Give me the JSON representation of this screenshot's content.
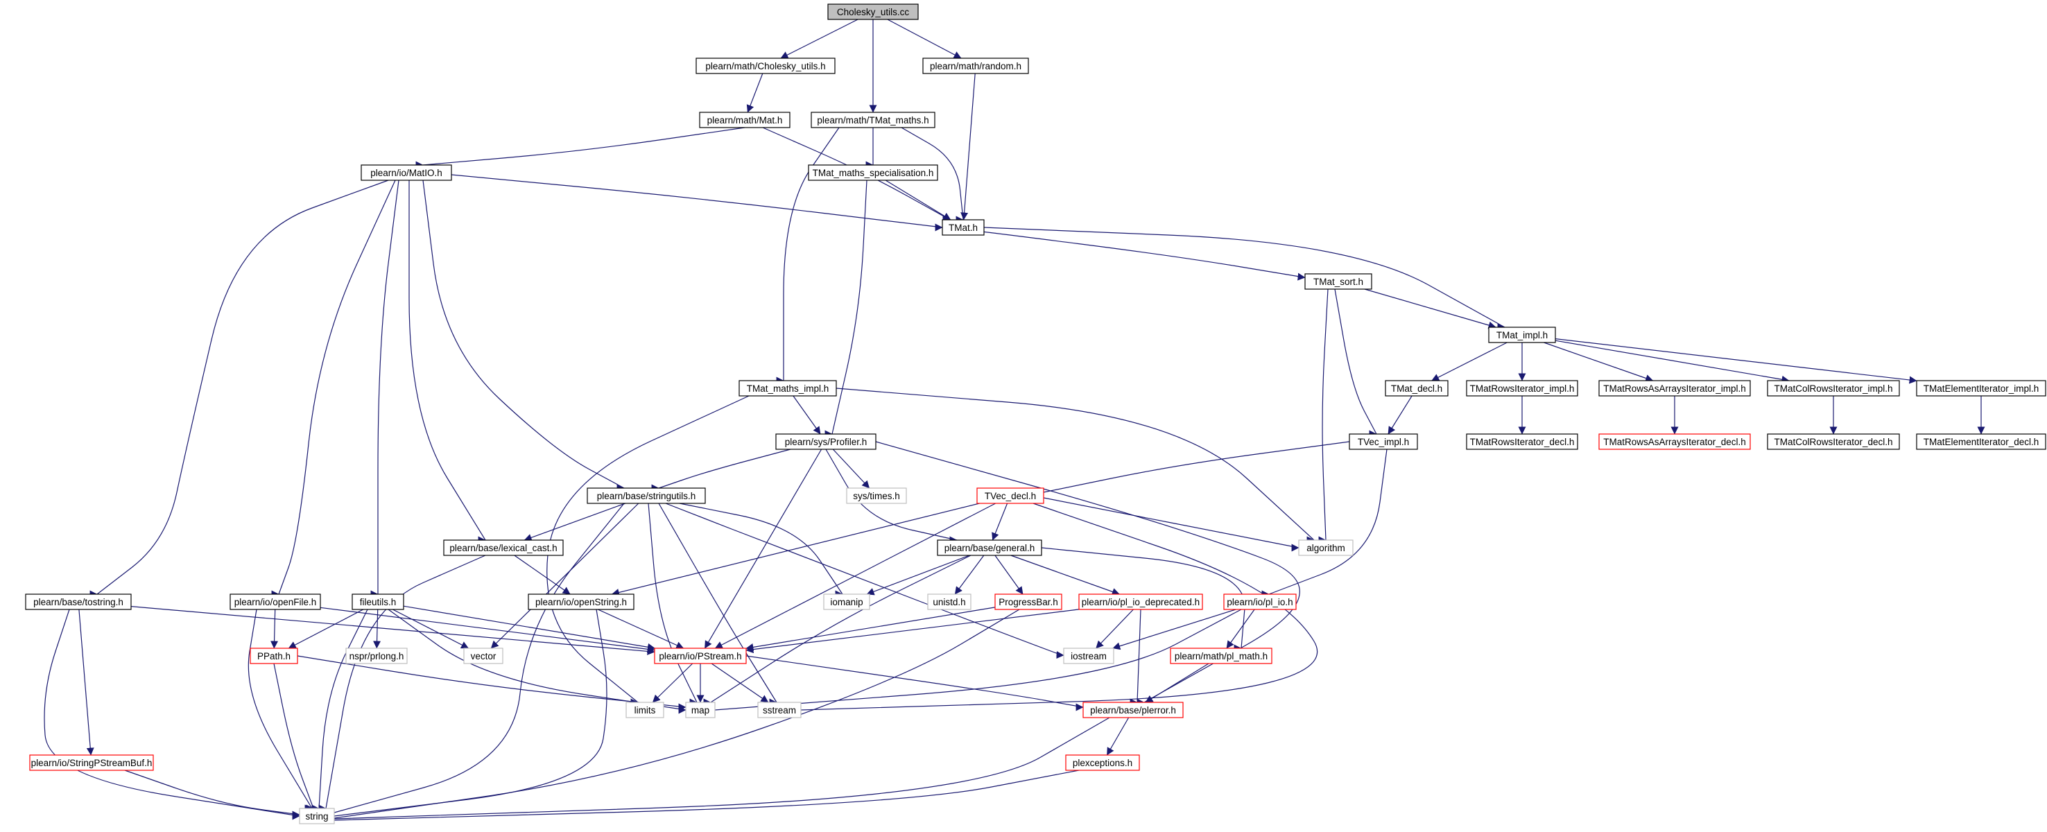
{
  "colors": {
    "edge": "#191970",
    "root_fill": "#bfbfbf",
    "normal_border": "#000000",
    "truncated_border": "#ff0000",
    "system_border": "#bfbfbf",
    "background": "#ffffff"
  },
  "nodes": [
    {
      "id": "root",
      "label": "Cholesky_utils.cc",
      "kind": "root"
    },
    {
      "id": "cholh",
      "label": "plearn/math/Cholesky_utils.h",
      "kind": "normal"
    },
    {
      "id": "random",
      "label": "plearn/math/random.h",
      "kind": "normal"
    },
    {
      "id": "math",
      "label": "plearn/math/Mat.h",
      "kind": "normal"
    },
    {
      "id": "tmaths",
      "label": "plearn/math/TMat_maths.h",
      "kind": "normal"
    },
    {
      "id": "matio",
      "label": "plearn/io/MatIO.h",
      "kind": "normal"
    },
    {
      "id": "tspec",
      "label": "TMat_maths_specialisation.h",
      "kind": "normal"
    },
    {
      "id": "tmat",
      "label": "TMat.h",
      "kind": "normal"
    },
    {
      "id": "tsort",
      "label": "TMat_sort.h",
      "kind": "normal"
    },
    {
      "id": "timpl",
      "label": "TMat_impl.h",
      "kind": "normal"
    },
    {
      "id": "tdecl",
      "label": "TMat_decl.h",
      "kind": "normal"
    },
    {
      "id": "trii",
      "label": "TMatRowsIterator_impl.h",
      "kind": "normal"
    },
    {
      "id": "traii",
      "label": "TMatRowsAsArraysIterator_impl.h",
      "kind": "normal"
    },
    {
      "id": "tcii",
      "label": "TMatColRowsIterator_impl.h",
      "kind": "normal"
    },
    {
      "id": "teii",
      "label": "TMatElementIterator_impl.h",
      "kind": "normal"
    },
    {
      "id": "tmimpl",
      "label": "TMat_maths_impl.h",
      "kind": "normal"
    },
    {
      "id": "tvimpl",
      "label": "TVec_impl.h",
      "kind": "normal"
    },
    {
      "id": "trid",
      "label": "TMatRowsIterator_decl.h",
      "kind": "normal"
    },
    {
      "id": "traid",
      "label": "TMatRowsAsArraysIterator_decl.h",
      "kind": "truncated"
    },
    {
      "id": "tcid",
      "label": "TMatColRowsIterator_decl.h",
      "kind": "normal"
    },
    {
      "id": "teid",
      "label": "TMatElementIterator_decl.h",
      "kind": "normal"
    },
    {
      "id": "prof",
      "label": "plearn/sys/Profiler.h",
      "kind": "normal"
    },
    {
      "id": "systimes",
      "label": "sys/times.h",
      "kind": "system"
    },
    {
      "id": "tvdecl",
      "label": "TVec_decl.h",
      "kind": "truncated"
    },
    {
      "id": "strutils",
      "label": "plearn/base/stringutils.h",
      "kind": "normal"
    },
    {
      "id": "algo",
      "label": "algorithm",
      "kind": "system"
    },
    {
      "id": "lexcast",
      "label": "plearn/base/lexical_cast.h",
      "kind": "normal"
    },
    {
      "id": "general",
      "label": "plearn/base/general.h",
      "kind": "normal"
    },
    {
      "id": "tostring",
      "label": "plearn/base/tostring.h",
      "kind": "normal"
    },
    {
      "id": "openfile",
      "label": "plearn/io/openFile.h",
      "kind": "normal"
    },
    {
      "id": "fileutils",
      "label": "fileutils.h",
      "kind": "normal"
    },
    {
      "id": "openstring",
      "label": "plearn/io/openString.h",
      "kind": "normal"
    },
    {
      "id": "iomanip",
      "label": "iomanip",
      "kind": "system"
    },
    {
      "id": "unistd",
      "label": "unistd.h",
      "kind": "system"
    },
    {
      "id": "progress",
      "label": "ProgressBar.h",
      "kind": "truncated"
    },
    {
      "id": "pliodep",
      "label": "plearn/io/pl_io_deprecated.h",
      "kind": "truncated"
    },
    {
      "id": "plio",
      "label": "plearn/io/pl_io.h",
      "kind": "truncated"
    },
    {
      "id": "ppath",
      "label": "PPath.h",
      "kind": "truncated"
    },
    {
      "id": "nspr",
      "label": "nspr/prlong.h",
      "kind": "system"
    },
    {
      "id": "vector",
      "label": "vector",
      "kind": "system"
    },
    {
      "id": "pstream",
      "label": "plearn/io/PStream.h",
      "kind": "truncated"
    },
    {
      "id": "iostream",
      "label": "iostream",
      "kind": "system"
    },
    {
      "id": "plmath",
      "label": "plearn/math/pl_math.h",
      "kind": "truncated"
    },
    {
      "id": "limits",
      "label": "limits",
      "kind": "system"
    },
    {
      "id": "map",
      "label": "map",
      "kind": "system"
    },
    {
      "id": "sstream",
      "label": "sstream",
      "kind": "system"
    },
    {
      "id": "plerror",
      "label": "plearn/base/plerror.h",
      "kind": "truncated"
    },
    {
      "id": "psbuf",
      "label": "plearn/io/StringPStreamBuf.h",
      "kind": "truncated"
    },
    {
      "id": "plexc",
      "label": "plexceptions.h",
      "kind": "truncated"
    },
    {
      "id": "string",
      "label": "string",
      "kind": "system"
    }
  ],
  "edges": [
    [
      "root",
      "cholh"
    ],
    [
      "root",
      "tmaths"
    ],
    [
      "root",
      "random"
    ],
    [
      "cholh",
      "math"
    ],
    [
      "random",
      "tmat"
    ],
    [
      "math",
      "matio"
    ],
    [
      "math",
      "tmat"
    ],
    [
      "tmaths",
      "tspec"
    ],
    [
      "tmaths",
      "tmat"
    ],
    [
      "tmaths",
      "tmimpl"
    ],
    [
      "tspec",
      "tmat"
    ],
    [
      "tspec",
      "prof"
    ],
    [
      "matio",
      "tmat"
    ],
    [
      "matio",
      "tostring"
    ],
    [
      "matio",
      "openfile"
    ],
    [
      "matio",
      "fileutils"
    ],
    [
      "matio",
      "lexcast"
    ],
    [
      "matio",
      "strutils"
    ],
    [
      "tmat",
      "tsort"
    ],
    [
      "tmat",
      "timpl"
    ],
    [
      "tsort",
      "timpl"
    ],
    [
      "tsort",
      "tvimpl"
    ],
    [
      "tsort",
      "algo"
    ],
    [
      "timpl",
      "tdecl"
    ],
    [
      "timpl",
      "trii"
    ],
    [
      "timpl",
      "traii"
    ],
    [
      "timpl",
      "tcii"
    ],
    [
      "timpl",
      "teii"
    ],
    [
      "tdecl",
      "tvimpl"
    ],
    [
      "trii",
      "trid"
    ],
    [
      "traii",
      "traid"
    ],
    [
      "tcii",
      "tcid"
    ],
    [
      "teii",
      "teid"
    ],
    [
      "tmimpl",
      "prof"
    ],
    [
      "tmimpl",
      "algo"
    ],
    [
      "tmimpl",
      "limits"
    ],
    [
      "tvimpl",
      "tvdecl"
    ],
    [
      "tvimpl",
      "plio"
    ],
    [
      "prof",
      "strutils"
    ],
    [
      "prof",
      "systimes"
    ],
    [
      "prof",
      "general"
    ],
    [
      "prof",
      "pstream"
    ],
    [
      "prof",
      "plerror"
    ],
    [
      "tvdecl",
      "general"
    ],
    [
      "tvdecl",
      "algo"
    ],
    [
      "tvdecl",
      "openstring"
    ],
    [
      "tvdecl",
      "pstream"
    ],
    [
      "tvdecl",
      "sstream"
    ],
    [
      "strutils",
      "lexcast"
    ],
    [
      "strutils",
      "vector"
    ],
    [
      "strutils",
      "string"
    ],
    [
      "strutils",
      "map"
    ],
    [
      "strutils",
      "sstream"
    ],
    [
      "strutils",
      "iomanip"
    ],
    [
      "strutils",
      "iostream"
    ],
    [
      "lexcast",
      "openstring"
    ],
    [
      "lexcast",
      "string"
    ],
    [
      "general",
      "iomanip"
    ],
    [
      "general",
      "unistd"
    ],
    [
      "general",
      "progress"
    ],
    [
      "general",
      "pliodep"
    ],
    [
      "general",
      "map"
    ],
    [
      "general",
      "plmath"
    ],
    [
      "tostring",
      "pstream"
    ],
    [
      "tostring",
      "psbuf"
    ],
    [
      "tostring",
      "string"
    ],
    [
      "openfile",
      "ppath"
    ],
    [
      "openfile",
      "pstream"
    ],
    [
      "openfile",
      "string"
    ],
    [
      "fileutils",
      "ppath"
    ],
    [
      "fileutils",
      "nspr"
    ],
    [
      "fileutils",
      "vector"
    ],
    [
      "fileutils",
      "pstream"
    ],
    [
      "fileutils",
      "map"
    ],
    [
      "fileutils",
      "string"
    ],
    [
      "openstring",
      "pstream"
    ],
    [
      "openstring",
      "string"
    ],
    [
      "progress",
      "pstream"
    ],
    [
      "progress",
      "string"
    ],
    [
      "pliodep",
      "pstream"
    ],
    [
      "pliodep",
      "iostream"
    ],
    [
      "pliodep",
      "plerror"
    ],
    [
      "plio",
      "iostream"
    ],
    [
      "plio",
      "map"
    ],
    [
      "plio",
      "plmath"
    ],
    [
      "ppath",
      "map"
    ],
    [
      "ppath",
      "string"
    ],
    [
      "pstream",
      "limits"
    ],
    [
      "pstream",
      "map"
    ],
    [
      "pstream",
      "sstream"
    ],
    [
      "pstream",
      "plerror"
    ],
    [
      "plmath",
      "plerror"
    ],
    [
      "plerror",
      "plexc"
    ],
    [
      "plerror",
      "string"
    ],
    [
      "psbuf",
      "string"
    ],
    [
      "plexc",
      "string"
    ]
  ]
}
